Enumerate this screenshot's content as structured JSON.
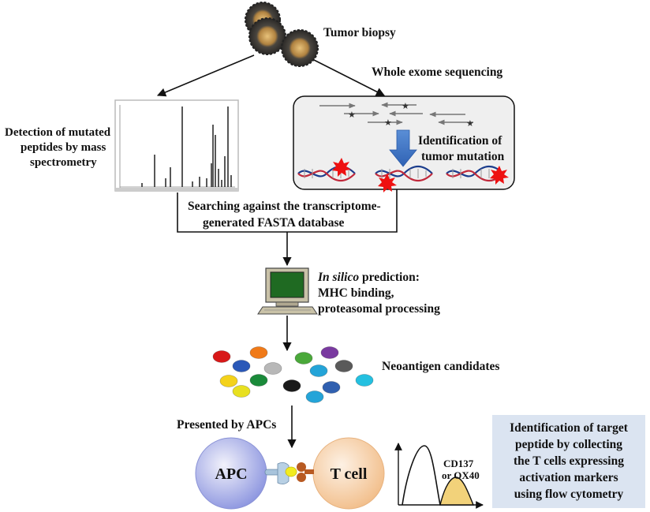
{
  "labels": {
    "tumor_biopsy": "Tumor biopsy",
    "whole_exome": "Whole exome sequencing",
    "detection": [
      "Detection of mutated",
      "peptides by mass",
      "spectrometry"
    ],
    "identification_mutation": [
      "Identification of",
      "tumor mutation"
    ],
    "searching": [
      "Searching against the transcriptome-",
      "generated FASTA database"
    ],
    "in_silico_italic": "In silico",
    "in_silico_rest": " prediction:",
    "mhc_binding": "MHC binding,",
    "proteasomal": "proteasomal processing",
    "neoantigen": "Neoantigen candidates",
    "presented": "Presented by APCs",
    "apc": "APC",
    "tcell": "T cell",
    "markers": [
      "CD137",
      "or OX40"
    ],
    "final_box": [
      "Identification of target",
      "peptide by collecting",
      "the T cells expressing",
      "activation markers",
      "using flow cytometry"
    ]
  },
  "colors": {
    "arrow": "#111111",
    "mutation_star": "#ee1111",
    "dna_strand_a": "#1a3c8c",
    "dna_strand_b": "#c0283a",
    "down_arrow": "#3a73c4",
    "final_box_bg": "#dbe4f1",
    "apc_cell": "#9aa2e4",
    "t_cell": "#f6c89c",
    "histogram_fill": "#f2d27a",
    "tumor_cell": "#3c3a36",
    "tumor_nucleus": "#c89a4a"
  },
  "neoantigen_colors": [
    "#d81818",
    "#f07a18",
    "#7a3aa0",
    "#2a58b8",
    "#b8b8b8",
    "#4aa83a",
    "#f4d21a",
    "#24a4d8",
    "#5a5a5a",
    "#1a1a1a",
    "#24c0e0",
    "#1a8a3a",
    "#e8e020",
    "#3060b0"
  ]
}
